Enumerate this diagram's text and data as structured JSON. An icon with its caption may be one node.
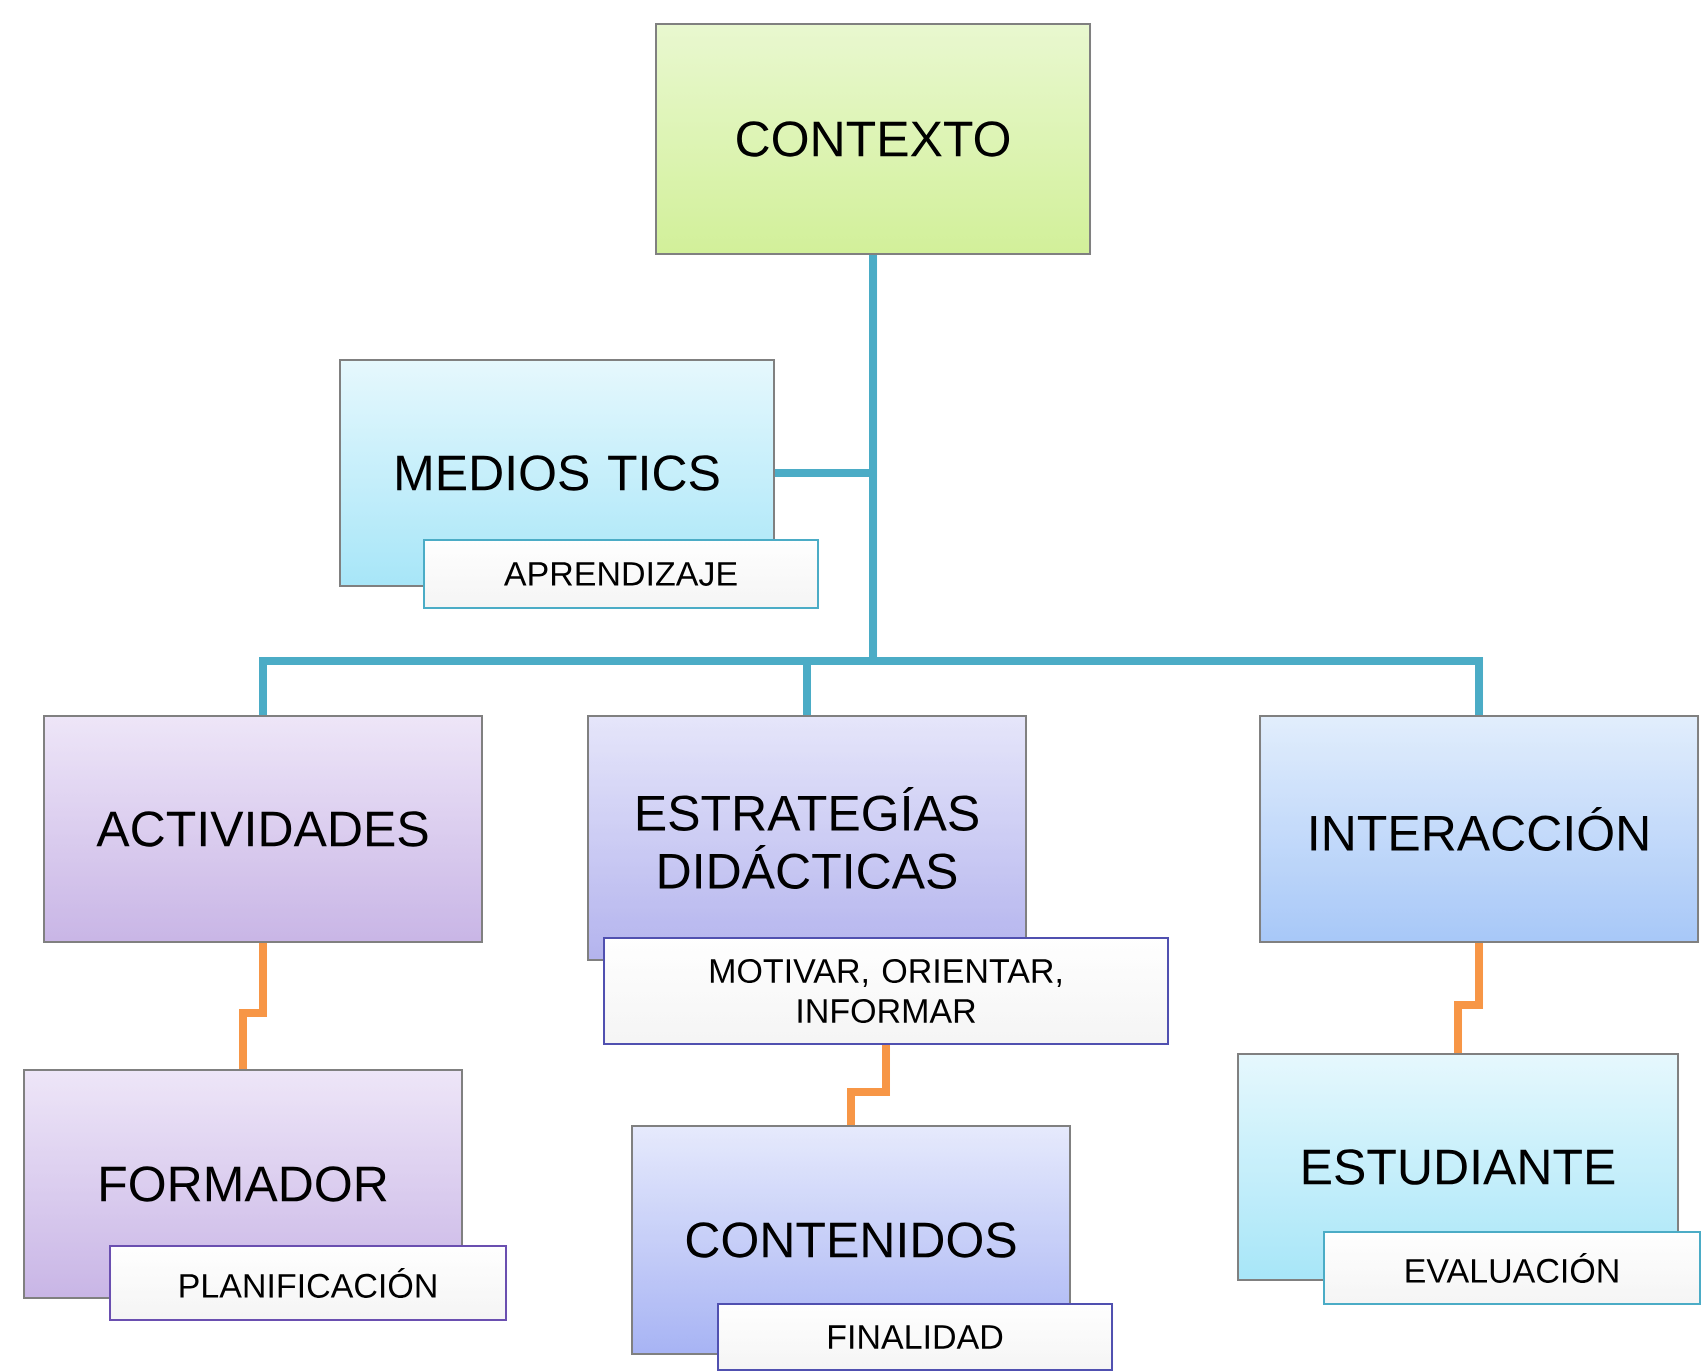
{
  "diagram": {
    "nodes": [
      {
        "text": [
          "CONTEXTO"
        ]
      },
      {
        "text": [
          "MEDIOS TICS",
          "APRENDIZAJE"
        ]
      },
      {
        "text": [
          "ACTIVIDADES"
        ]
      },
      {
        "text": [
          "ESTRATEGÍAS DIDÁCTICAS",
          "MOTIVAR, ORIENTAR, INFORMAR"
        ]
      },
      {
        "text": [
          "INTERACCIÓN"
        ]
      },
      {
        "text": [
          "FORMADOR",
          "PLANIFICACIÓN"
        ]
      },
      {
        "text": [
          "CONTENIDOS",
          "FINALIDAD"
        ]
      },
      {
        "text": [
          "ESTUDIANTE",
          "EVALUACIÓN"
        ]
      }
    ],
    "edges": [
      {
        "from": 0,
        "to": 1,
        "arrow": "none"
      },
      {
        "from": 0,
        "to": 2,
        "arrow": "none"
      },
      {
        "from": 0,
        "to": 3,
        "arrow": "none"
      },
      {
        "from": 0,
        "to": 4,
        "arrow": "none"
      },
      {
        "from": 2,
        "to": 5,
        "arrow": "none",
        "color": "#f79646"
      },
      {
        "from": 3,
        "to": 6,
        "arrow": "none",
        "color": "#f79646"
      },
      {
        "from": 4,
        "to": 7,
        "arrow": "none",
        "color": "#f79646"
      }
    ]
  }
}
